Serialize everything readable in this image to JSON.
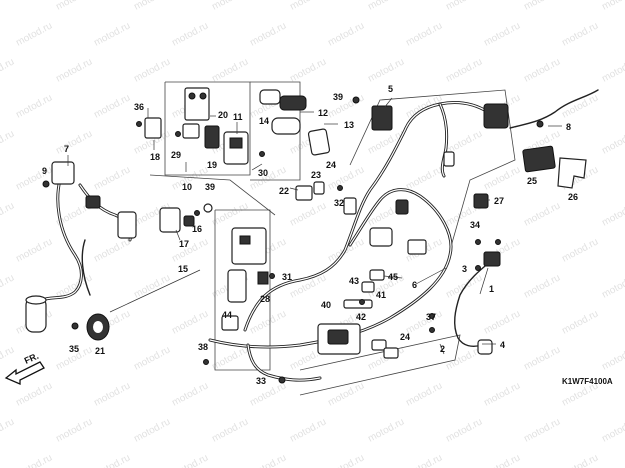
{
  "watermark": "motod.ru",
  "diagram_code": "K1W7F4100A",
  "direction_label": "FR.",
  "callouts": [
    "1",
    "2",
    "3",
    "4",
    "5",
    "6",
    "7",
    "8",
    "9",
    "10",
    "11",
    "12",
    "13",
    "14",
    "15",
    "16",
    "17",
    "18",
    "19",
    "20",
    "21",
    "22",
    "23",
    "24",
    "24",
    "25",
    "26",
    "27",
    "28",
    "29",
    "30",
    "31",
    "32",
    "33",
    "34",
    "35",
    "36",
    "37",
    "38",
    "39",
    "39",
    "40",
    "41",
    "42",
    "43",
    "44",
    "45"
  ]
}
